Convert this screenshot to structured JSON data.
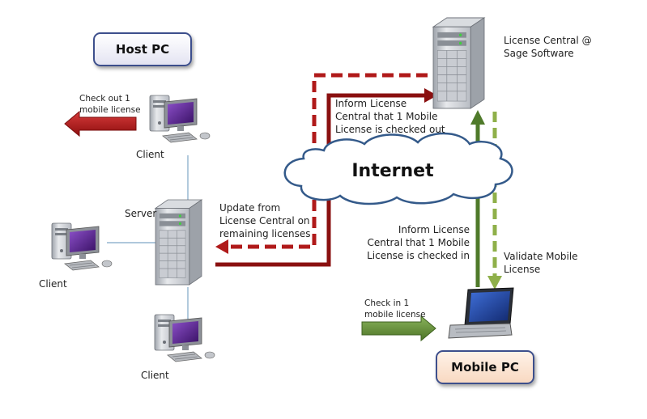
{
  "host_pc": {
    "title": "Host PC"
  },
  "mobile_pc": {
    "title": "Mobile PC"
  },
  "internet": {
    "label": "Internet"
  },
  "license_central": {
    "line1": "License Central @",
    "line2": "Sage Software"
  },
  "nodes": {
    "server_label": "Server",
    "client_top": "Client",
    "client_left": "Client",
    "client_bottom": "Client"
  },
  "annotations": {
    "checkout": {
      "line1": "Check out 1",
      "line2": "mobile license"
    },
    "checkin": {
      "line1": "Check in 1",
      "line2": "mobile license"
    },
    "inform_checked_out": {
      "line1": "Inform License",
      "line2": "Central that 1 Mobile",
      "line3": "License is checked out"
    },
    "update_from": {
      "line1": "Update from",
      "line2": "License Central on",
      "line3": "remaining licenses"
    },
    "inform_checked_in": {
      "line1": "Inform License",
      "line2": "Central that 1 Mobile",
      "line3": "License is checked in"
    },
    "validate": {
      "line1": "Validate Mobile",
      "line2": "License"
    }
  },
  "colors": {
    "red": "#b01a1a",
    "dark_red": "#7a0d0d",
    "green": "#4f7a2a",
    "light_green": "#8fb04a",
    "box_border": "#3d4f8c",
    "tower": "#c9ccd2",
    "screen": "#5a2a8a",
    "laptop_screen": "#1f3f9a"
  },
  "icons": [
    "server-tower-icon",
    "desktop-client-icon",
    "laptop-icon",
    "cloud-icon",
    "arrow-left-icon",
    "arrow-right-icon"
  ]
}
